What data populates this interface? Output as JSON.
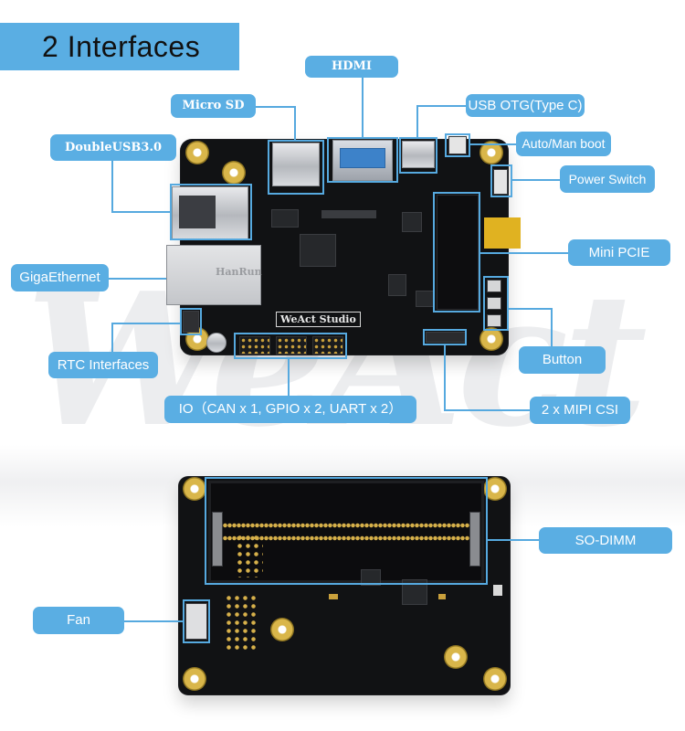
{
  "title": "2  Interfaces",
  "watermark": "WeAct",
  "labels": {
    "hdmi": "HDMI",
    "micro_sd": "Micro SD",
    "usb_otg": "USB OTG(Type C)",
    "double_usb": "DoubleUSB3.0",
    "auto_man_boot": "Auto/Man boot",
    "power_switch": "Power Switch",
    "mini_pcie": "Mini PCIE",
    "giga_ethernet": "GigaEthernet",
    "rtc": "RTC Interfaces",
    "button": "Button",
    "io": "IO（CAN x 1, GPIO x 2, UART x 2）",
    "mipi_csi": "2 x MIPI CSI",
    "so_dimm": "SO-DIMM",
    "fan": "Fan"
  },
  "board": {
    "silkscreen": "WeAct Studio",
    "magjack_text": "HanRun"
  },
  "colors": {
    "accent": "#5aaee3",
    "pcb": "#111214",
    "gold": "#c9a03c"
  }
}
